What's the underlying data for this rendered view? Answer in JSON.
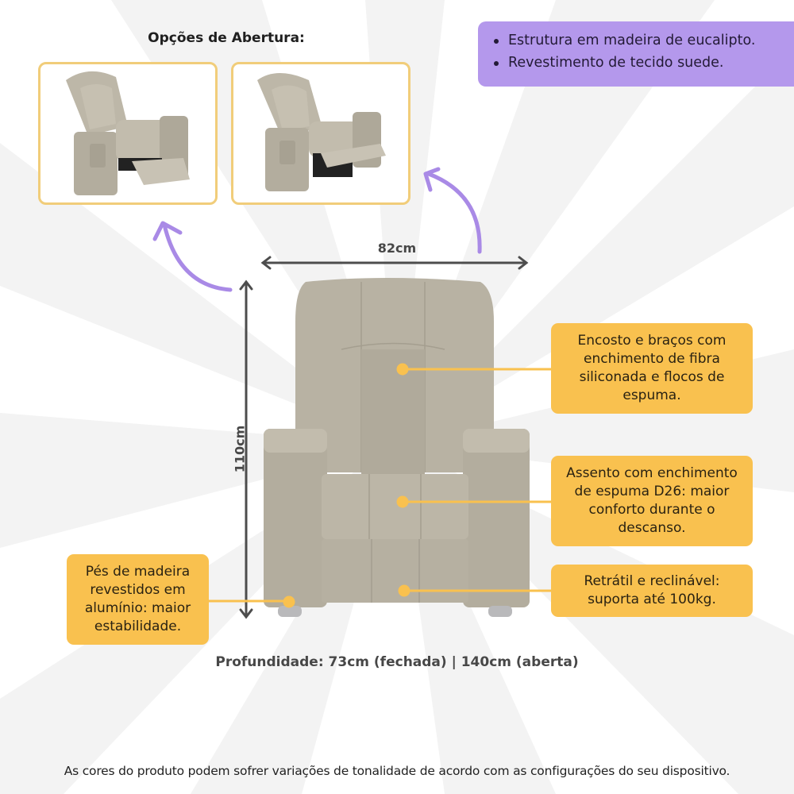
{
  "colors": {
    "background": "#ffffff",
    "ray": "#f3f3f3",
    "accent_yellow": "#f9c14f",
    "thumb_border": "#f1cd7a",
    "accent_purple": "#b498ec",
    "arrow_purple": "#a98ae6",
    "dimension_gray": "#4d4d4d",
    "upholstery": "#b8b2a3"
  },
  "opening_options": {
    "title": "Opções de Abertura:",
    "images": [
      {
        "label": "recliner-footrest-partially-open"
      },
      {
        "label": "recliner-fully-reclined"
      }
    ]
  },
  "features": {
    "bullets": [
      "Estrutura em madeira de eucalipto.",
      "Revestimento de tecido suede."
    ]
  },
  "dimensions": {
    "width": "82cm",
    "height": "110cm",
    "depth": "Profundidade: 73cm (fechada) | 140cm (aberta)"
  },
  "callouts": {
    "backrest": "Encosto e braços com\nenchimento de fibra\nsiliconada e flocos de\nespuma.",
    "seat": "Assento com enchimento\nde espuma D26: maior\nconforto durante o\ndescanso.",
    "recline": "Retrátil e reclinável:\nsuporta até 100kg.",
    "feet": "Pés de madeira\nrevestidos em\nalumínio: maior\nestabilidade."
  },
  "disclaimer": "As cores do produto podem sofrer variações de tonalidade de acordo com as configurações do seu dispositivo."
}
